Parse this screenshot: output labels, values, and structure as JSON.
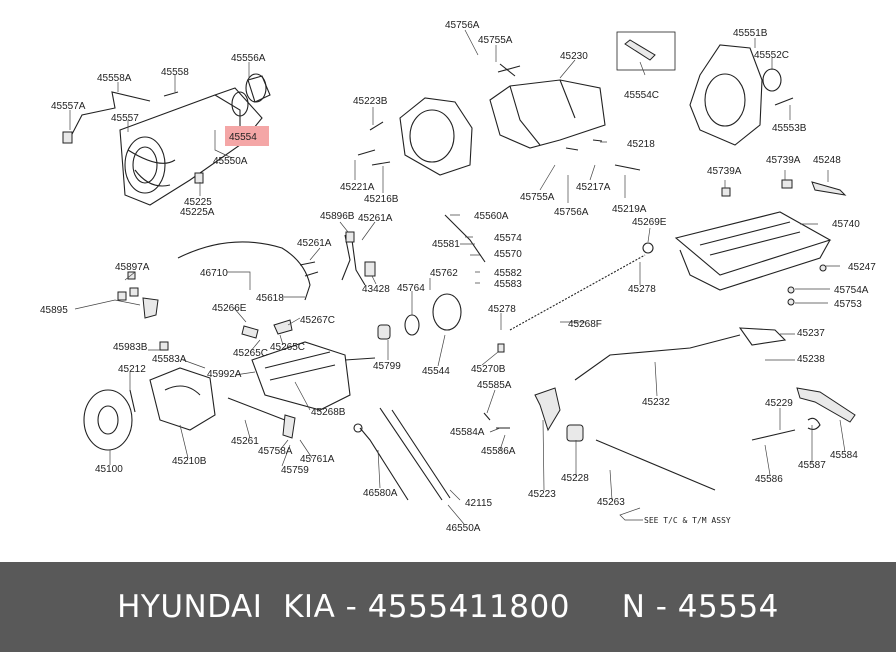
{
  "highlight": {
    "label": "45554",
    "color": "#f4a6a6"
  },
  "labels": [
    {
      "id": "l45556A",
      "text": "45556A"
    },
    {
      "id": "l45558A",
      "text": "45558A"
    },
    {
      "id": "l45558",
      "text": "45558"
    },
    {
      "id": "l45557A",
      "text": "45557A"
    },
    {
      "id": "l45557",
      "text": "45557"
    },
    {
      "id": "l45550A",
      "text": "45550A"
    },
    {
      "id": "l45225",
      "text": "45225"
    },
    {
      "id": "l45225A",
      "text": "45225A"
    },
    {
      "id": "l45756A_top",
      "text": "45756A"
    },
    {
      "id": "l45755A_top",
      "text": "45755A"
    },
    {
      "id": "l45230",
      "text": "45230"
    },
    {
      "id": "l45223B",
      "text": "45223B"
    },
    {
      "id": "l45221A",
      "text": "45221A"
    },
    {
      "id": "l45216B",
      "text": "45216B"
    },
    {
      "id": "l45218",
      "text": "45218"
    },
    {
      "id": "l45755A_mid",
      "text": "45755A"
    },
    {
      "id": "l45217A",
      "text": "45217A"
    },
    {
      "id": "l45756A_mid",
      "text": "45756A"
    },
    {
      "id": "l45219A",
      "text": "45219A"
    },
    {
      "id": "l45554C",
      "text": "45554C"
    },
    {
      "id": "l45551B",
      "text": "45551B"
    },
    {
      "id": "l45552C",
      "text": "45552C"
    },
    {
      "id": "l45553B",
      "text": "45553B"
    },
    {
      "id": "l45739A_a",
      "text": "45739A"
    },
    {
      "id": "l45739A_b",
      "text": "45739A"
    },
    {
      "id": "l45248",
      "text": "45248"
    },
    {
      "id": "l45740",
      "text": "45740"
    },
    {
      "id": "l45247",
      "text": "45247"
    },
    {
      "id": "l45754A",
      "text": "45754A"
    },
    {
      "id": "l45753",
      "text": "45753"
    },
    {
      "id": "l45896B",
      "text": "45896B"
    },
    {
      "id": "l45261A_a",
      "text": "45261A"
    },
    {
      "id": "l45261A_b",
      "text": "45261A"
    },
    {
      "id": "l43428",
      "text": "43428"
    },
    {
      "id": "l45560A",
      "text": "45560A"
    },
    {
      "id": "l45574",
      "text": "45574"
    },
    {
      "id": "l45581",
      "text": "45581"
    },
    {
      "id": "l45570",
      "text": "45570"
    },
    {
      "id": "l45582",
      "text": "45582"
    },
    {
      "id": "l45583",
      "text": "45583"
    },
    {
      "id": "l45269E",
      "text": "45269E"
    },
    {
      "id": "l45278_a",
      "text": "45278"
    },
    {
      "id": "l45897A",
      "text": "45897A"
    },
    {
      "id": "l46710",
      "text": "46710"
    },
    {
      "id": "l45618",
      "text": "45618"
    },
    {
      "id": "l45895",
      "text": "45895"
    },
    {
      "id": "l45762",
      "text": "45762"
    },
    {
      "id": "l45764",
      "text": "45764"
    },
    {
      "id": "l45278_b",
      "text": "45278"
    },
    {
      "id": "l45268F",
      "text": "45268F"
    },
    {
      "id": "l45266E",
      "text": "45266E"
    },
    {
      "id": "l45267C",
      "text": "45267C"
    },
    {
      "id": "l45265C",
      "text": "45265C"
    },
    {
      "id": "l45265C_b",
      "text": "45265C"
    },
    {
      "id": "l45983B",
      "text": "45983B"
    },
    {
      "id": "l45583A",
      "text": "45583A"
    },
    {
      "id": "l45992A",
      "text": "45992A"
    },
    {
      "id": "l45212",
      "text": "45212"
    },
    {
      "id": "l45799",
      "text": "45799"
    },
    {
      "id": "l45544",
      "text": "45544"
    },
    {
      "id": "l45270B",
      "text": "45270B"
    },
    {
      "id": "l45237",
      "text": "45237"
    },
    {
      "id": "l45238",
      "text": "45238"
    },
    {
      "id": "l45232",
      "text": "45232"
    },
    {
      "id": "l45268B",
      "text": "45268B"
    },
    {
      "id": "l45585A",
      "text": "45585A"
    },
    {
      "id": "l45584A",
      "text": "45584A"
    },
    {
      "id": "l45586A",
      "text": "45586A"
    },
    {
      "id": "l45229",
      "text": "45229"
    },
    {
      "id": "l45261",
      "text": "45261"
    },
    {
      "id": "l45758A",
      "text": "45758A"
    },
    {
      "id": "l45761A",
      "text": "45761A"
    },
    {
      "id": "l45759",
      "text": "45759"
    },
    {
      "id": "l45100",
      "text": "45100"
    },
    {
      "id": "l45210B",
      "text": "45210B"
    },
    {
      "id": "l46580A",
      "text": "46580A"
    },
    {
      "id": "l42115",
      "text": "42115"
    },
    {
      "id": "l46550A",
      "text": "46550A"
    },
    {
      "id": "l45223",
      "text": "45223"
    },
    {
      "id": "l45228",
      "text": "45228"
    },
    {
      "id": "l45263",
      "text": "45263"
    },
    {
      "id": "l45586",
      "text": "45586"
    },
    {
      "id": "l45587",
      "text": "45587"
    },
    {
      "id": "l45584",
      "text": "45584"
    }
  ],
  "note": "SEE T/C & T/M ASSY",
  "footer": {
    "brand": "HYUNDAI  KIA",
    "separator": " - ",
    "part_number": "4555411800",
    "spacer": "     ",
    "code": "N - 45554"
  }
}
